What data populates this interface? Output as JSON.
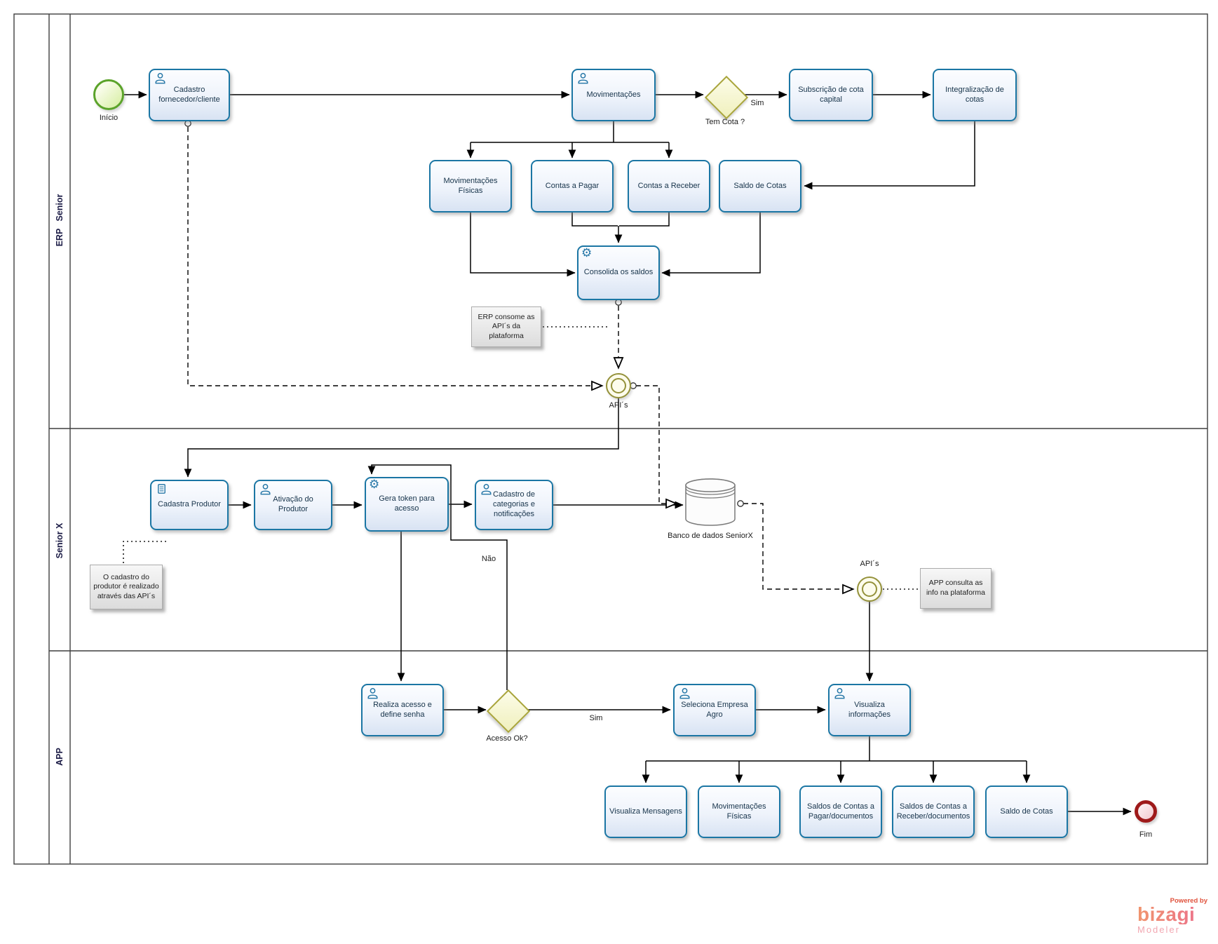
{
  "pool": {
    "lanes": [
      {
        "id": "erp",
        "label": "ERP   Senior"
      },
      {
        "id": "seniorx",
        "label": "Senior X"
      },
      {
        "id": "app",
        "label": "APP"
      }
    ]
  },
  "events": {
    "start": {
      "label": "Início"
    },
    "api_erp": {
      "label": "API´s"
    },
    "api_seniorx": {
      "label": "API´s"
    },
    "end": {
      "label": "Fim"
    }
  },
  "tasks": {
    "t1": {
      "label": "Cadastro fornecedor/cliente",
      "type": "user"
    },
    "t2": {
      "label": "Movimentações",
      "type": "user"
    },
    "t3": {
      "label": "Subscrição de cota capital",
      "type": "none"
    },
    "t4": {
      "label": "Integralização de cotas",
      "type": "none"
    },
    "t5": {
      "label": "Movimentações Físicas",
      "type": "none"
    },
    "t6": {
      "label": "Contas a Pagar",
      "type": "none"
    },
    "t7": {
      "label": "Contas a Receber",
      "type": "none"
    },
    "t8": {
      "label": "Saldo de Cotas",
      "type": "none"
    },
    "t9": {
      "label": "Consolida os saldos",
      "type": "service"
    },
    "t10": {
      "label": "Cadastra Produtor",
      "type": "script"
    },
    "t11": {
      "label": "Ativação do Produtor",
      "type": "user"
    },
    "t12": {
      "label": "Gera token para acesso",
      "type": "service"
    },
    "t13": {
      "label": "Cadastro de categorias e notificações",
      "type": "user"
    },
    "t14": {
      "label": "Realiza acesso e define senha",
      "type": "user"
    },
    "t15": {
      "label": "Seleciona Empresa Agro",
      "type": "user"
    },
    "t16": {
      "label": "Visualiza informações",
      "type": "user"
    },
    "b1": {
      "label": "Visualiza Mensagens",
      "type": "none"
    },
    "b2": {
      "label": "Movimentações Físicas",
      "type": "none"
    },
    "b3": {
      "label": "Saldos de Contas a Pagar/documentos",
      "type": "none"
    },
    "b4": {
      "label": "Saldos de Contas a Receber/documentos",
      "type": "none"
    },
    "b5": {
      "label": "Saldo de Cotas",
      "type": "none"
    }
  },
  "gateways": {
    "tem_cota": {
      "label": "Tem Cota ?"
    },
    "acesso_ok": {
      "label": "Acesso Ok?"
    }
  },
  "flow_labels": {
    "sim_cota": "Sim",
    "sim_acesso": "Sim",
    "nao_acesso": "Não"
  },
  "annotations": {
    "erp_apis": {
      "text": "ERP consome as API´s da plataforma"
    },
    "produtor_apis": {
      "text": "O cadastro do produtor é realizado através das API´s"
    },
    "app_consulta": {
      "text": "APP consulta as info na plataforma"
    }
  },
  "data_store": {
    "label": "Banco de dados SeniorX"
  },
  "branding": {
    "powered_by": "Powered by",
    "name": "bizagi",
    "product": "Modeler"
  },
  "colors": {
    "task_border": "#1b76a4",
    "gateway_border": "#a9a53b",
    "start_border": "#5ba32a",
    "end_border": "#9e1a1a",
    "intermediate_border": "#94913a",
    "icon_blue": "#2878a8",
    "brand_orange": "#f0946d",
    "brand_pink": "#ec6f8f"
  }
}
